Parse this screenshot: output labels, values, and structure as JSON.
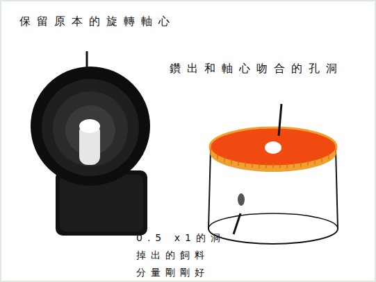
{
  "diagram": {
    "labels": [
      "保留原本的旋轉軸心",
      "鑽出和軸心吻合的孔洞",
      "0.5 x1的洞 掉出的飼料 分量剛剛好"
    ]
  }
}
